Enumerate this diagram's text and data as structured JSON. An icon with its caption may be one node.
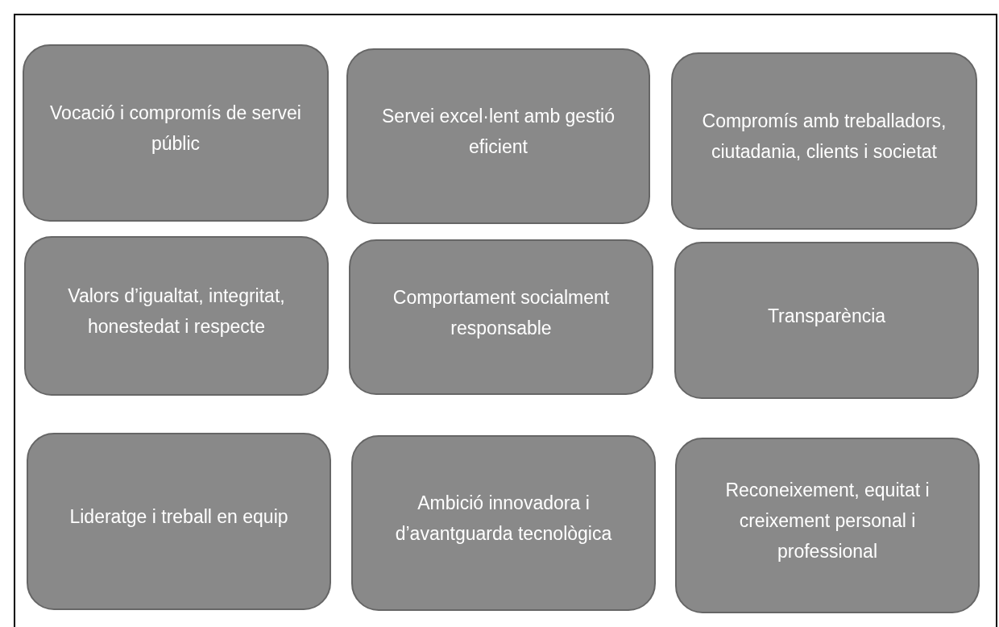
{
  "diagram": {
    "nodes": [
      {
        "text": [
          "Vocació i compromís de servei públic"
        ]
      },
      {
        "text": [
          "Servei excel·lent amb gestió eficient"
        ]
      },
      {
        "text": [
          "Compromís amb treballadors, ciutadania, clients i societat"
        ]
      },
      {
        "text": [
          "Valors d’igualtat, integritat, honestedat i respecte"
        ]
      },
      {
        "text": [
          "Comportament socialment responsable"
        ]
      },
      {
        "text": [
          "Transparència"
        ]
      },
      {
        "text": [
          "Lideratge i treball en equip"
        ]
      },
      {
        "text": [
          "Ambició innovadora i d’avantguarda tecnològica"
        ]
      },
      {
        "text": [
          "Reconeixement, equitat i creixement personal i professional"
        ]
      }
    ]
  }
}
